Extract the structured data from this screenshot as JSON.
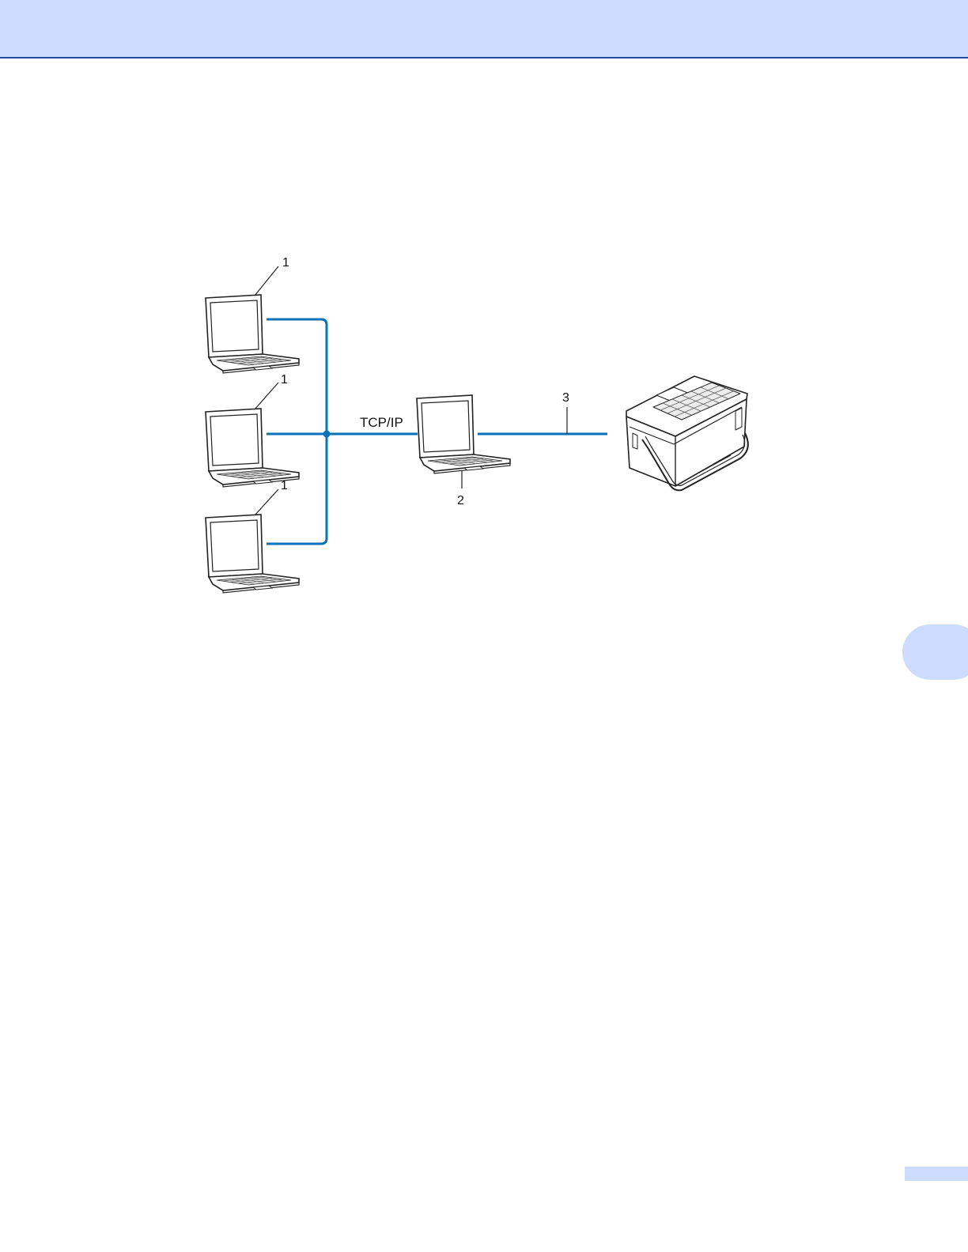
{
  "diagram": {
    "protocol_label": "TCP/IP",
    "callouts": {
      "client1_top": "1",
      "client1_mid": "1",
      "client1_bot": "1",
      "host": "2",
      "usb_cable": "3"
    }
  },
  "colors": {
    "header": "#cddcfc",
    "header_rule": "#1f4fa0",
    "network_line": "#0a72b8"
  }
}
